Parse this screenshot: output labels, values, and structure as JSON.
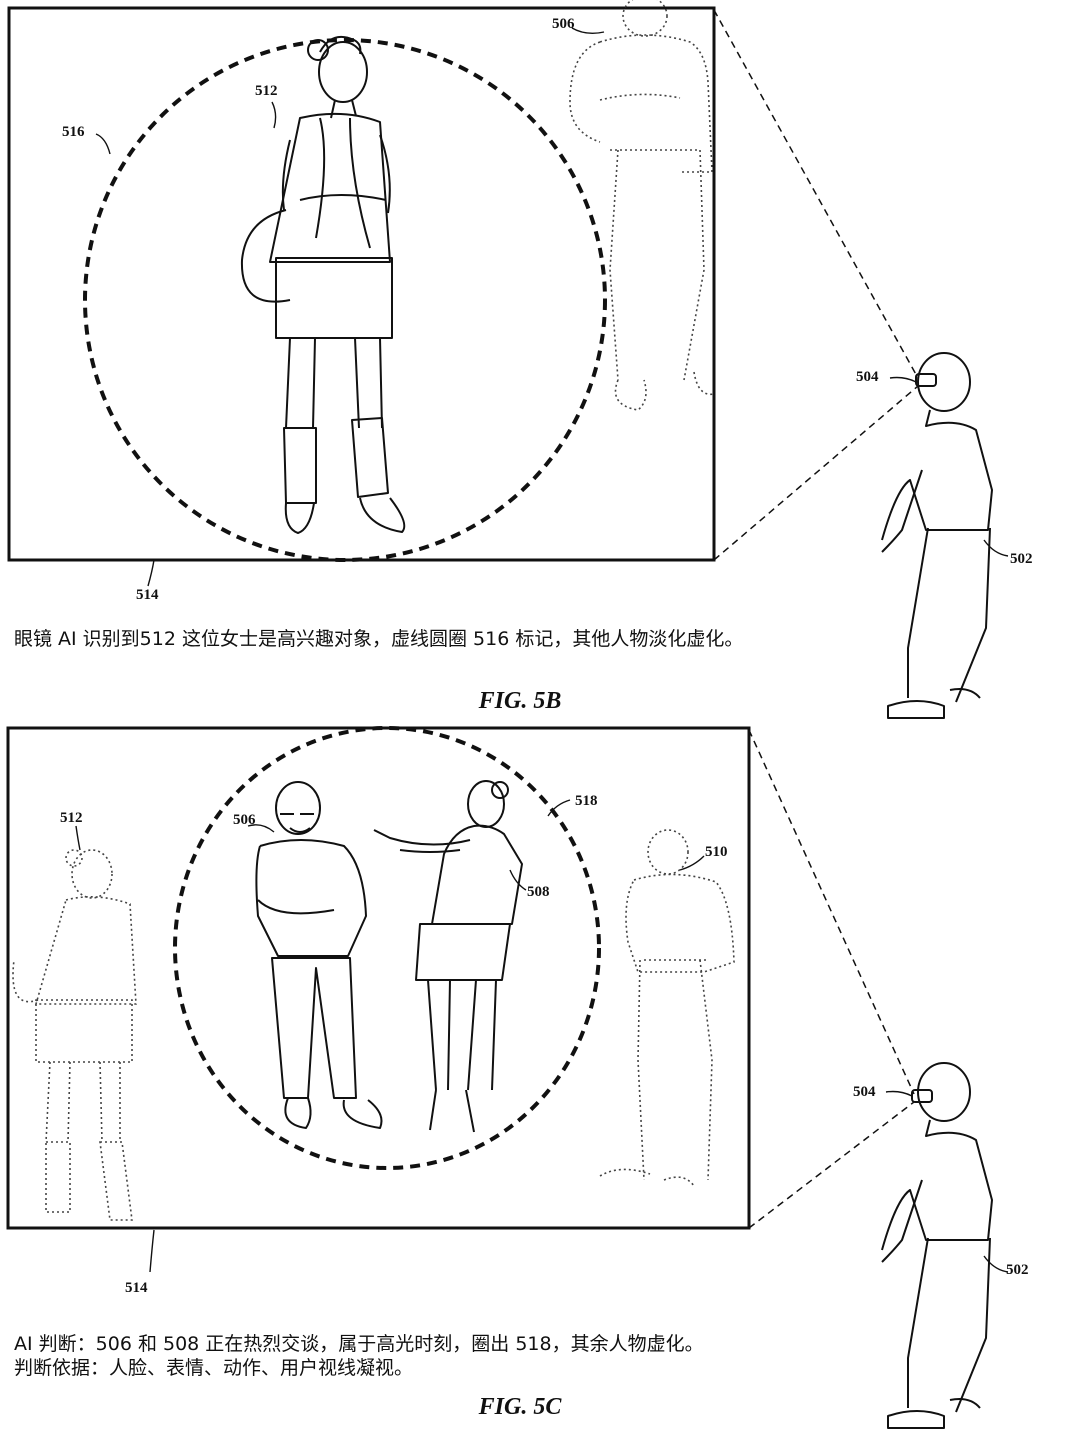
{
  "panel_b": {
    "labels": {
      "r506": "506",
      "r512": "512",
      "r516": "516",
      "r514": "514",
      "r504": "504",
      "r502": "502"
    },
    "caption": "眼镜 AI 识别到512 这位女士是高兴趣对象，虚线圆圈 516 标记，其他人物淡化虚化。",
    "figure_label": "FIG. 5B"
  },
  "panel_c": {
    "labels": {
      "r512": "512",
      "r506": "506",
      "r518": "518",
      "r508": "508",
      "r510": "510",
      "r514": "514",
      "r504": "504",
      "r502": "502"
    },
    "caption_line1": "AI 判断：506 和 508 正在热烈交谈，属于高光时刻，圈出 518，其余人物虚化。",
    "caption_line2": "判断依据：人脸、表情、动作、用户视线凝视。",
    "figure_label": "FIG. 5C"
  }
}
